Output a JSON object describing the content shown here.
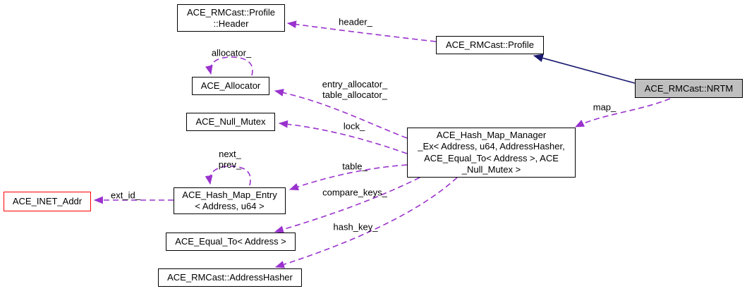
{
  "diagram": {
    "title": "ACE_RMCast::NRTM collaboration graph",
    "colors": {
      "edge": "#9a32cd",
      "inherit": "#191970",
      "node-border": "#000000",
      "highlight-fill": "#bfbfbf",
      "alert-border": "#ff0000",
      "background": "#ffffff"
    },
    "nodes": {
      "profile_header": {
        "label": "ACE_RMCast::Profile\n::Header"
      },
      "profile": {
        "label": "ACE_RMCast::Profile"
      },
      "nrtm": {
        "label": "ACE_RMCast::NRTM"
      },
      "allocator": {
        "label": "ACE_Allocator"
      },
      "null_mutex": {
        "label": "ACE_Null_Mutex"
      },
      "hash_map_manager": {
        "label": "ACE_Hash_Map_Manager\n_Ex< Address, u64, AddressHasher,\nACE_Equal_To< Address >, ACE\n_Null_Mutex >"
      },
      "hash_map_entry": {
        "label": "ACE_Hash_Map_Entry\n< Address, u64 >"
      },
      "inet_addr": {
        "label": "ACE_INET_Addr"
      },
      "equal_to": {
        "label": "ACE_Equal_To< Address >"
      },
      "address_hasher": {
        "label": "ACE_RMCast::AddressHasher"
      }
    },
    "edge_labels": {
      "header": "header_",
      "allocator_self": "allocator_",
      "entry_table_allocator": "entry_allocator_\ntable_allocator_",
      "lock": "lock_",
      "map": "map_",
      "next_prev": "next_\nprev_",
      "table": "table_",
      "ext_id": "ext_id_",
      "compare_keys": "compare_keys_",
      "hash_key": "hash_key_"
    }
  }
}
